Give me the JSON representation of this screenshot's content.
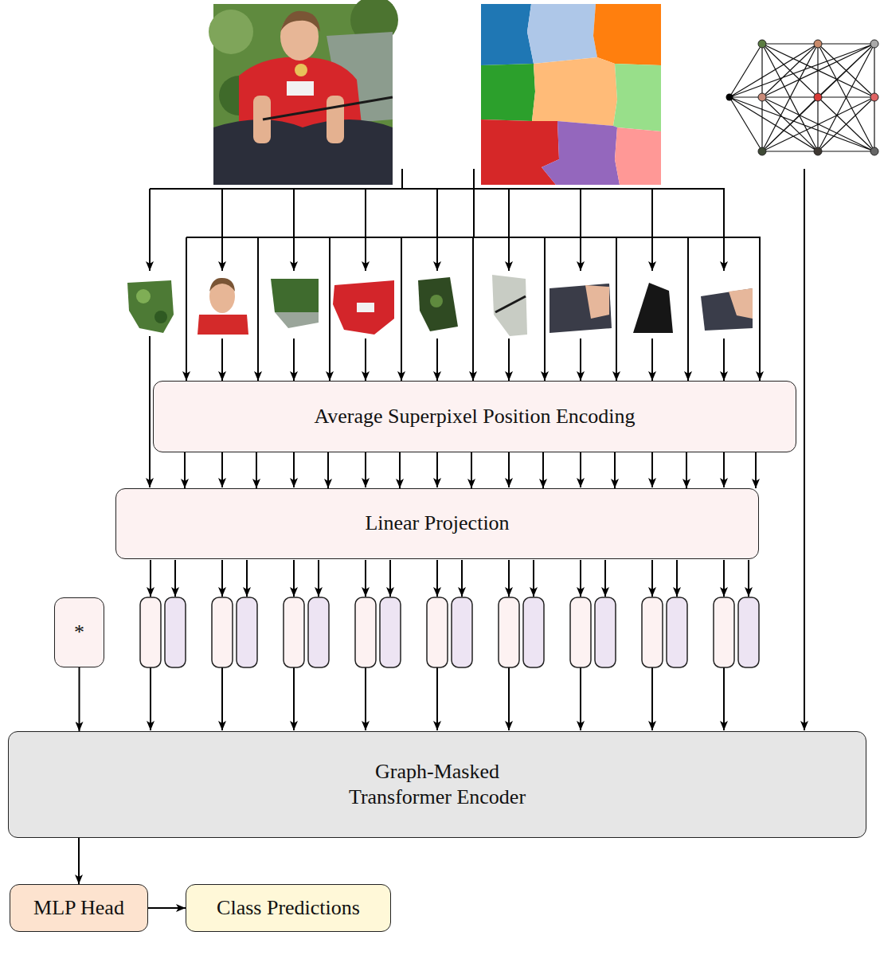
{
  "diagram": {
    "nodes": [
      {
        "text": [
          "Average Superpixel Position Encoding"
        ]
      },
      {
        "text": [
          "Linear Projection"
        ]
      },
      {
        "text": [
          "*"
        ]
      },
      {
        "text": [
          "Graph-Masked Transformer Encoder"
        ]
      },
      {
        "text": [
          "MLP Head"
        ]
      },
      {
        "text": [
          "Class Predictions"
        ]
      }
    ],
    "edges": [
      {
        "from": 0,
        "to": 1,
        "arrow": "to"
      },
      {
        "from": 0,
        "to": 1,
        "arrow": "to"
      },
      {
        "from": 0,
        "to": 1,
        "arrow": "to"
      },
      {
        "from": 0,
        "to": 1,
        "arrow": "to"
      },
      {
        "from": 0,
        "to": 1,
        "arrow": "to"
      },
      {
        "from": 0,
        "to": 1,
        "arrow": "to"
      },
      {
        "from": 0,
        "to": 1,
        "arrow": "to"
      },
      {
        "from": 0,
        "to": 1,
        "arrow": "to"
      },
      {
        "from": 0,
        "to": 1,
        "arrow": "to"
      },
      {
        "from": 2,
        "to": 3,
        "arrow": "to"
      },
      {
        "from": 3,
        "to": 4,
        "arrow": "to"
      },
      {
        "from": 4,
        "to": 5,
        "arrow": "to"
      }
    ]
  }
}
